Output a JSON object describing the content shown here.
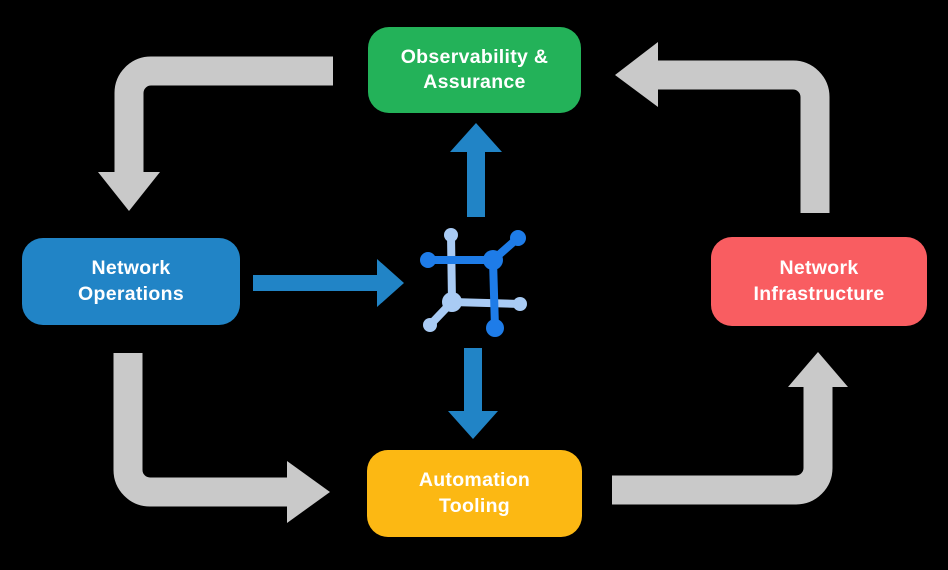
{
  "colors": {
    "background": "#000000",
    "node-green": "#23B259",
    "node-blue": "#2184C6",
    "node-red": "#F95D61",
    "node-yellow": "#FCB813",
    "node-text": "#FFFFFF",
    "flow-arrow": "#C9C9C9",
    "action-arrow": "#2184C6",
    "icon-dark-blue": "#1E7CE8",
    "icon-light-blue": "#A9CBF4"
  },
  "diagram": {
    "nodes": [
      {
        "id": "observability-assurance",
        "label": "Observability & Assurance",
        "lines": [
          "Observability &",
          "Assurance"
        ],
        "color_key": "node-green"
      },
      {
        "id": "network-operations",
        "label": "Network Operations",
        "lines": [
          "Network",
          "Operations"
        ],
        "color_key": "node-blue"
      },
      {
        "id": "network-infrastructure",
        "label": "Network Infrastructure",
        "lines": [
          "Network",
          "Infrastructure"
        ],
        "color_key": "node-red"
      },
      {
        "id": "automation-tooling",
        "label": "Automation Tooling",
        "lines": [
          "Automation",
          "Tooling"
        ],
        "color_key": "node-yellow"
      }
    ],
    "center_icon": "network-topology-icon",
    "cycle_flows": [
      {
        "from": "observability-assurance",
        "to": "network-operations",
        "style": "gray-elbow"
      },
      {
        "from": "network-operations",
        "to": "automation-tooling",
        "style": "gray-elbow"
      },
      {
        "from": "automation-tooling",
        "to": "network-infrastructure",
        "style": "gray-elbow"
      },
      {
        "from": "network-infrastructure",
        "to": "observability-assurance",
        "style": "gray-elbow"
      }
    ],
    "center_flows": [
      {
        "from": "network-operations",
        "to": "center-icon",
        "style": "blue-straight"
      },
      {
        "from": "center-icon",
        "to": "observability-assurance",
        "style": "blue-straight"
      },
      {
        "from": "center-icon",
        "to": "automation-tooling",
        "style": "blue-straight"
      }
    ]
  }
}
